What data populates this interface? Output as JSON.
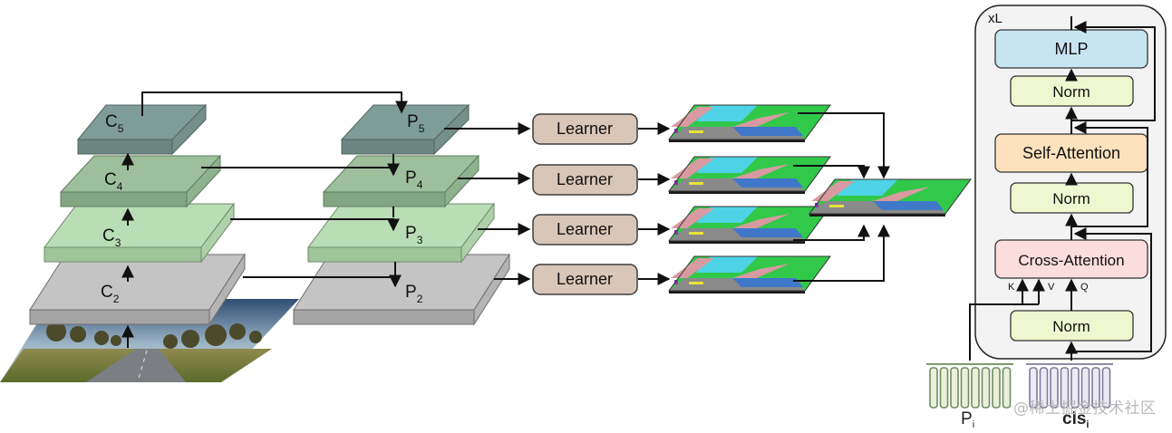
{
  "fpn": {
    "c_labels": [
      {
        "main": "C",
        "sub": "5"
      },
      {
        "main": "C",
        "sub": "4"
      },
      {
        "main": "C",
        "sub": "3"
      },
      {
        "main": "C",
        "sub": "2"
      }
    ],
    "p_labels": [
      {
        "main": "P",
        "sub": "5"
      },
      {
        "main": "P",
        "sub": "4"
      },
      {
        "main": "P",
        "sub": "3"
      },
      {
        "main": "P",
        "sub": "2"
      }
    ]
  },
  "learners": [
    "Learner",
    "Learner",
    "Learner",
    "Learner"
  ],
  "block": {
    "repeat_label": "xL",
    "layers": {
      "mlp": "MLP",
      "norm_top": "Norm",
      "self_attention": "Self-Attention",
      "norm_mid": "Norm",
      "cross_attention": "Cross-Attention",
      "norm_bottom": "Norm"
    },
    "kvq": [
      "K",
      "V",
      "Q"
    ],
    "inputs": [
      {
        "main": "P",
        "sub": "i"
      },
      {
        "main": "cls",
        "sub": "i"
      }
    ]
  },
  "watermark": "@稀土掘金技术社区",
  "colors": {
    "c5": "#7f9d98",
    "c4": "#9dbf9c",
    "c3": "#b9ddb5",
    "c2": "#c4c4c4",
    "learner": "#d8c6b8",
    "mlp": "#c7e4f3",
    "norm": "#eef7cf",
    "self_attention": "#fde2bd",
    "cross_attention": "#fbdddd"
  }
}
